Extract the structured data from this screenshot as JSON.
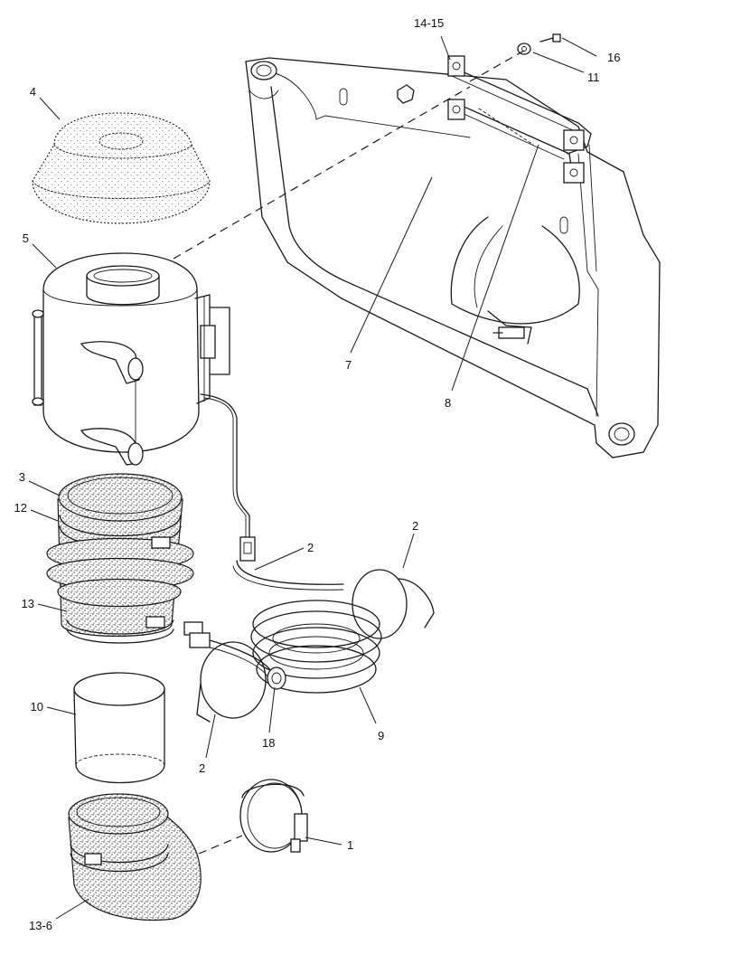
{
  "labels": {
    "p1": "1",
    "p2a": "2",
    "p2b": "2",
    "p2c": "2",
    "p3": "3",
    "p4": "4",
    "p5": "5",
    "p7": "7",
    "p8": "8",
    "p9": "9",
    "p10": "10",
    "p11": "11",
    "p12": "12",
    "p13": "13",
    "p13_6": "13-6",
    "p14_15": "14-15",
    "p16": "16",
    "p18": "18"
  },
  "colors": {
    "line": "#1a1a1a",
    "background": "#ffffff"
  }
}
